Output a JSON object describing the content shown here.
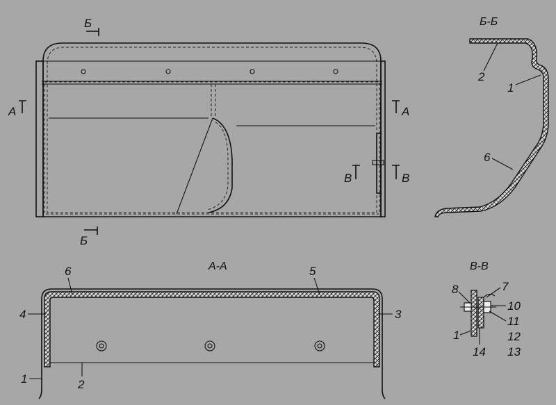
{
  "figure": {
    "background": "#a7a7a7",
    "line_color": "#111111",
    "main_view": {
      "section_marks": {
        "b_top": "Б",
        "b_bottom": "Б",
        "a_left": "А",
        "a_right": "А",
        "v_left": "В",
        "v_right": "В"
      }
    },
    "section_bb": {
      "title": "Б-Б",
      "callouts": [
        "2",
        "1",
        "6"
      ]
    },
    "section_aa": {
      "title": "А-А",
      "callouts": [
        "6",
        "5",
        "4",
        "3",
        "1",
        "2"
      ]
    },
    "section_vv": {
      "title": "В-В",
      "callouts": [
        "8",
        "7",
        "10",
        "11",
        "1",
        "12",
        "14",
        "13"
      ]
    }
  }
}
